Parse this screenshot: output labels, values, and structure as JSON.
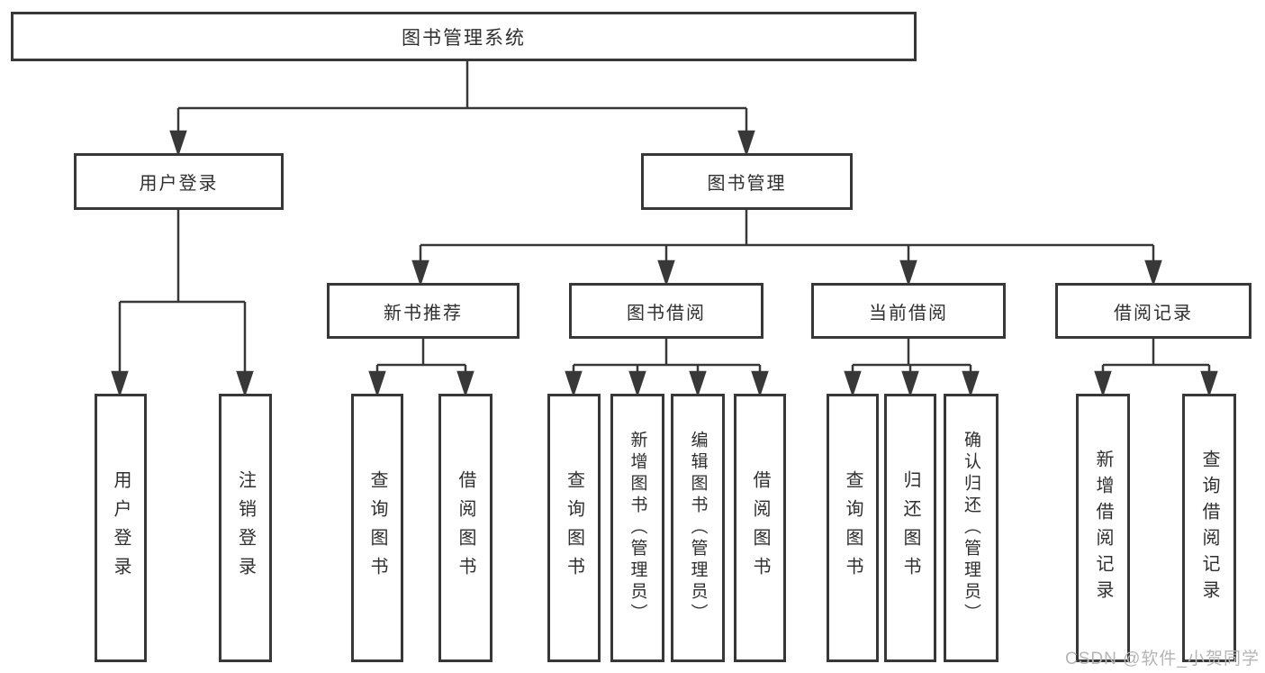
{
  "tree": {
    "title": "图书管理系统",
    "children": [
      {
        "label": "用户登录",
        "children": [
          {
            "label": "用户登录"
          },
          {
            "label": "注销登录"
          }
        ]
      },
      {
        "label": "图书管理",
        "children": [
          {
            "label": "新书推荐",
            "children": [
              {
                "label": "查询图书"
              },
              {
                "label": "借阅图书"
              }
            ]
          },
          {
            "label": "图书借阅",
            "children": [
              {
                "label": "查询图书"
              },
              {
                "label": "新增图书（管理员）"
              },
              {
                "label": "编辑图书（管理员）"
              },
              {
                "label": "借阅图书"
              }
            ]
          },
          {
            "label": "当前借阅",
            "children": [
              {
                "label": "查询图书"
              },
              {
                "label": "归还图书"
              },
              {
                "label": "确认归还（管理员）"
              }
            ]
          },
          {
            "label": "借阅记录",
            "children": [
              {
                "label": "新增借阅记录"
              },
              {
                "label": "查询借阅记录"
              }
            ]
          }
        ]
      }
    ]
  },
  "watermark": {
    "text": "CSDN @软件_小贺同学",
    "color": "#b5b5b5"
  },
  "colors": {
    "line": "#383838",
    "box_border": "#383838",
    "text": "#2f2f2f",
    "background": "#ffffff"
  }
}
